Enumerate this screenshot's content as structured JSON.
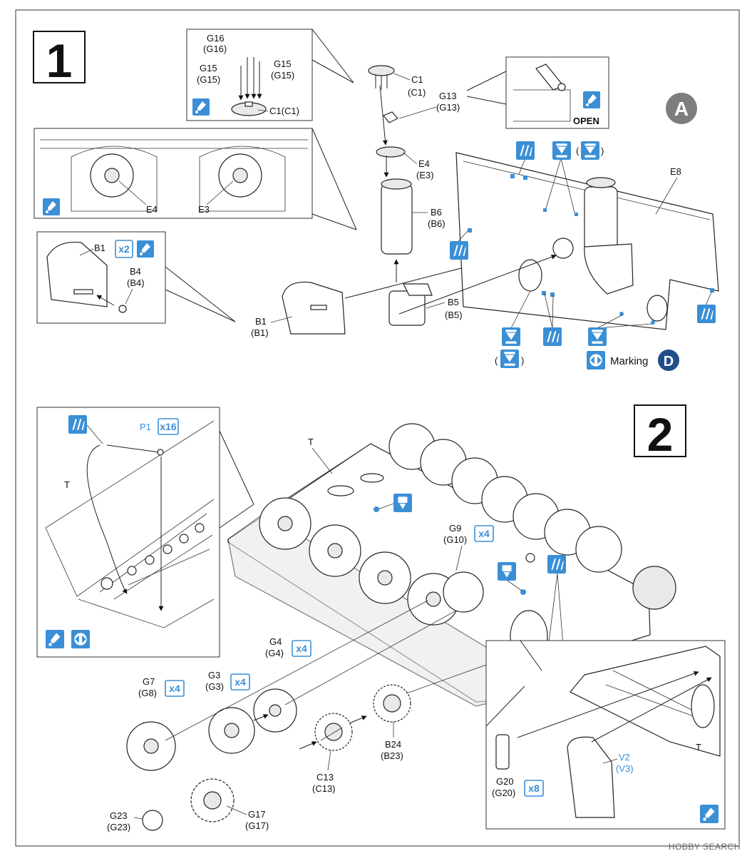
{
  "steps": [
    {
      "number": "1",
      "callout_a": "A",
      "open_label": "OPEN",
      "marking_label": "Marking",
      "marking_badge": "D",
      "qty_b1": "x2",
      "labels": [
        {
          "text": "G16"
        },
        {
          "text": "(G16)"
        },
        {
          "text": "G15"
        },
        {
          "text": "(G15)"
        },
        {
          "text": "G15"
        },
        {
          "text": "(G15)"
        },
        {
          "text": "C1(C1)"
        },
        {
          "text": "C1"
        },
        {
          "text": "(C1)"
        },
        {
          "text": "G13"
        },
        {
          "text": "(G13)"
        },
        {
          "text": "E4"
        },
        {
          "text": "(E3)"
        },
        {
          "text": "E8"
        },
        {
          "text": "B6"
        },
        {
          "text": "(B6)"
        },
        {
          "text": "E4"
        },
        {
          "text": "E3"
        },
        {
          "text": "B1"
        },
        {
          "text": "B4"
        },
        {
          "text": "(B4)"
        },
        {
          "text": "B1"
        },
        {
          "text": "(B1)"
        },
        {
          "text": "B5"
        },
        {
          "text": "(B5)"
        },
        {
          "text": "("
        },
        {
          "text": ")"
        },
        {
          "text": "("
        },
        {
          "text": ")"
        }
      ]
    },
    {
      "number": "2",
      "qty_p1": "x16",
      "qty_g9": "x4",
      "qty_g4": "x4",
      "qty_g3": "x4",
      "qty_g7": "x4",
      "qty_g20": "x8",
      "labels": [
        {
          "text": "P1"
        },
        {
          "text": "T"
        },
        {
          "text": "T"
        },
        {
          "text": "T"
        },
        {
          "text": "G9"
        },
        {
          "text": "(G10)"
        },
        {
          "text": "G4"
        },
        {
          "text": "(G4)"
        },
        {
          "text": "G3"
        },
        {
          "text": "(G3)"
        },
        {
          "text": "G7"
        },
        {
          "text": "(G8)"
        },
        {
          "text": "B24"
        },
        {
          "text": "(B23)"
        },
        {
          "text": "C13"
        },
        {
          "text": "(C13)"
        },
        {
          "text": "G23"
        },
        {
          "text": "(G23)"
        },
        {
          "text": "G17"
        },
        {
          "text": "(G17)"
        },
        {
          "text": "G20"
        },
        {
          "text": "(G20)"
        },
        {
          "text": "V2"
        },
        {
          "text": "(V3)"
        }
      ]
    }
  ],
  "icons": {
    "glue": "cement-dropper-icon",
    "paint": "paint-brush-icon",
    "drill": "drill-hole-icon",
    "optional": "either-or-icon",
    "remove": "cut-remove-icon"
  },
  "colors": {
    "accent": "#3a8fd6",
    "badge_dark": "#1f4e89",
    "callout_grey": "#7d7d7d"
  },
  "watermark": "HOBBY SEARCH"
}
